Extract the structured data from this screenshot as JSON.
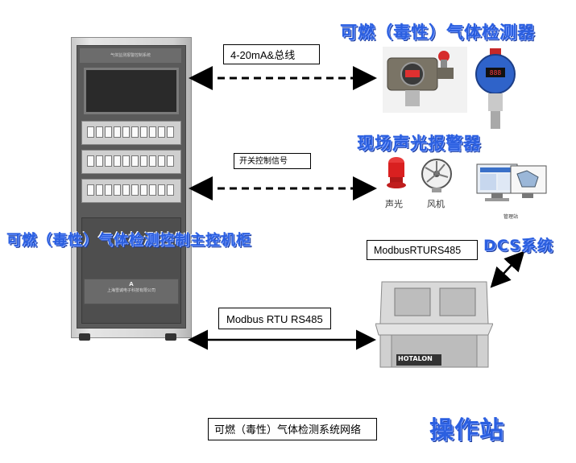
{
  "titles": {
    "detector": "可燃（毒性）气体检测器",
    "alarm": "现场声光报警器",
    "cabinet": "可燃（毒性）气体检测控制主控机柜",
    "dcs": "DCS系统",
    "station": "操作站"
  },
  "labels": {
    "bus": "4-20mA&总线",
    "switch_signal": "开关控制信号",
    "modbus_rtu_rs485": "Modbus RTU RS485",
    "modbus_rturs485": "ModbusRTURS485",
    "network": "可燃（毒性）气体检测系统网络"
  },
  "captions": {
    "sound_light": "声光",
    "fan": "风机",
    "management": "管理站",
    "hotalon": "HOTALON"
  },
  "cabinet_text": {
    "header": "气体监测报警控制系统",
    "maker": "上海雪诚电子科技有限公司"
  },
  "colors": {
    "title_blue": "#2b5fe0",
    "arrow": "#000000"
  }
}
